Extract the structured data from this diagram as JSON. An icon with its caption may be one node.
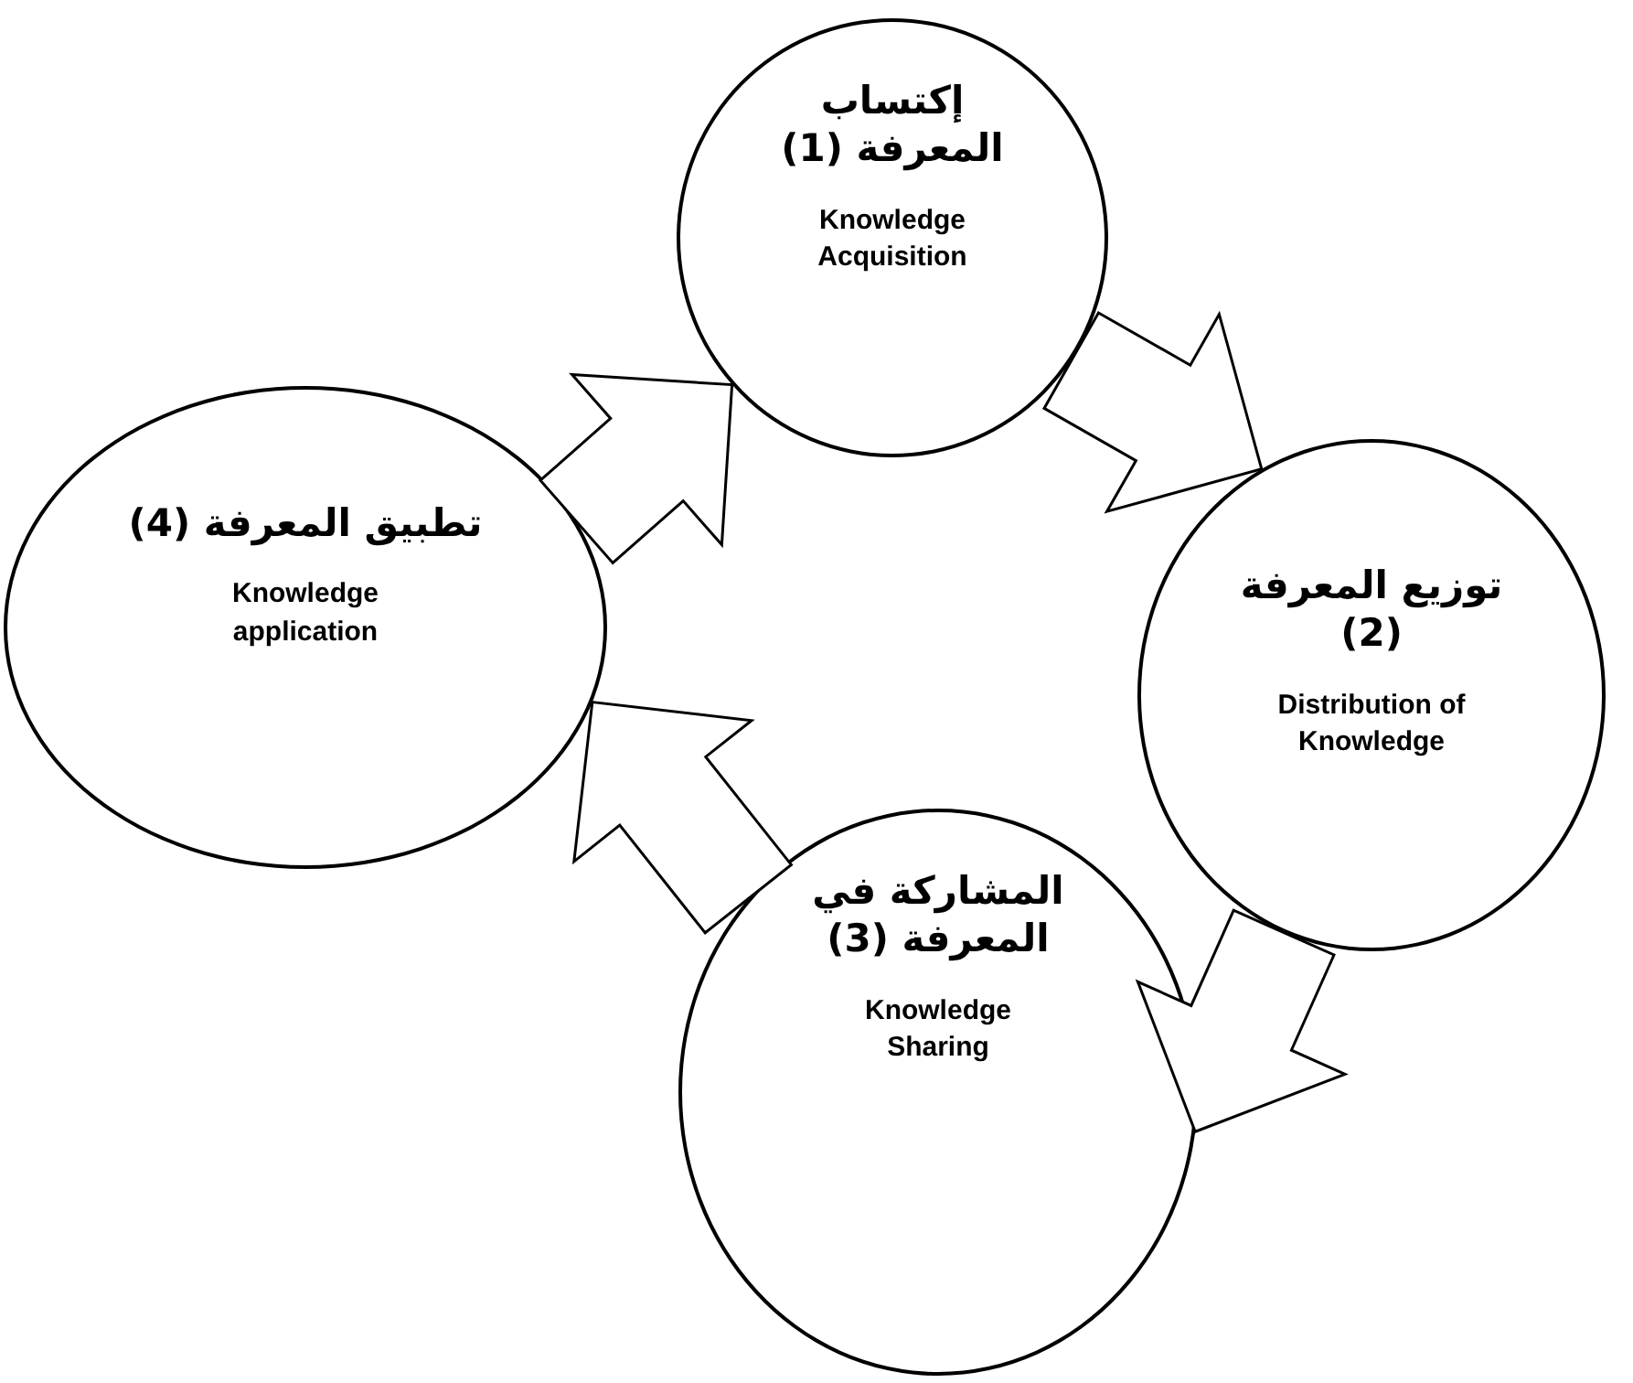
{
  "diagram": {
    "nodes": [
      {
        "text": [
          "إكتساب المعرفة (1)",
          "Knowledge Acquisition"
        ]
      },
      {
        "text": [
          "توزيع المعرفة (2)",
          "Distribution of Knowledge"
        ]
      },
      {
        "text": [
          "المشاركة في المعرفة (3)",
          "Knowledge Sharing"
        ]
      },
      {
        "text": [
          "تطبيق المعرفة (4)",
          "Knowledge application"
        ]
      }
    ],
    "edges": [
      {
        "from": 3,
        "to": 0,
        "arrow": "to"
      },
      {
        "from": 0,
        "to": 1,
        "arrow": "to"
      },
      {
        "from": 1,
        "to": 2,
        "arrow": "to"
      },
      {
        "from": 2,
        "to": 3,
        "arrow": "to"
      }
    ]
  }
}
